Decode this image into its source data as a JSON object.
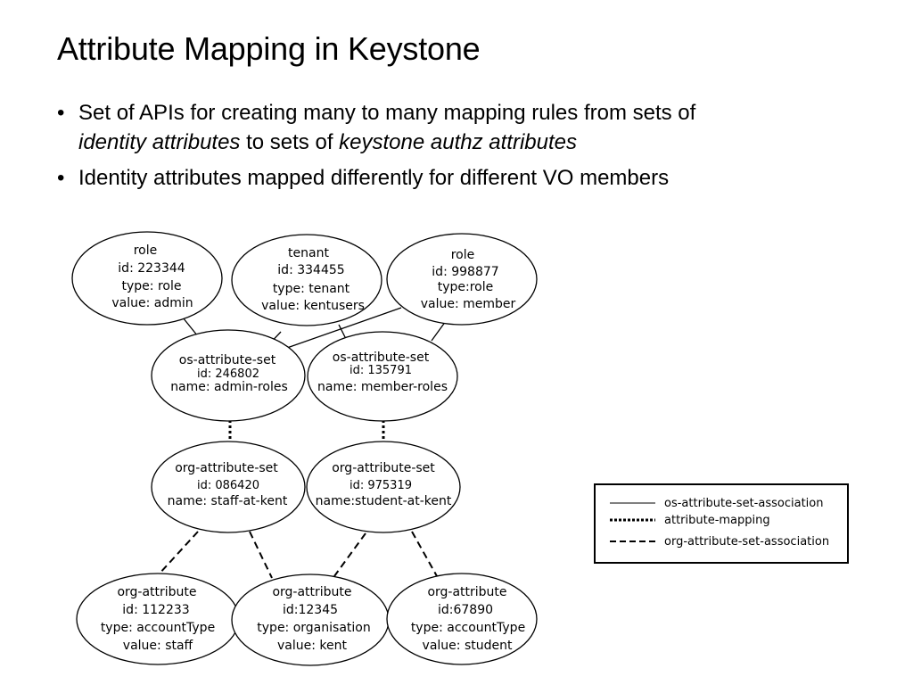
{
  "slide": {
    "title": "Attribute Mapping in Keystone",
    "bullet_symbol": "•",
    "bullet1": {
      "line1": "Set of APIs for creating many to many mapping rules from sets of",
      "line2_em1": "identity attributes",
      "line2_mid": " to sets of ",
      "line2_em2": "keystone authz attributes"
    },
    "bullet2": "Identity attributes mapped differently for different VO members"
  },
  "diagram": {
    "nodes": {
      "role_admin": {
        "lines": [
          "role",
          "id: 223344",
          "type: role",
          "value: admin"
        ]
      },
      "tenant_kent": {
        "lines": [
          "tenant",
          "id: 334455",
          "type: tenant",
          "value: kentusers"
        ]
      },
      "role_member": {
        "lines": [
          "role",
          "id: 998877",
          "type:role",
          "value: member"
        ]
      },
      "osset_admin": {
        "lines": [
          "os-attribute-set",
          "id: 246802",
          "name: admin-roles"
        ]
      },
      "osset_member": {
        "lines": [
          "os-attribute-set",
          "id: 135791",
          "name: member-roles"
        ]
      },
      "orgset_staff": {
        "lines": [
          "org-attribute-set",
          "id: 086420",
          "name: staff-at-kent"
        ]
      },
      "orgset_student": {
        "lines": [
          "org-attribute-set",
          "id: 975319",
          "name:student-at-kent"
        ]
      },
      "orgattr_staff": {
        "lines": [
          "org-attribute",
          "id: 112233",
          "type: accountType",
          "value: staff"
        ]
      },
      "orgattr_kent": {
        "lines": [
          "org-attribute",
          "id:12345",
          "type: organisation",
          "value: kent"
        ]
      },
      "orgattr_student": {
        "lines": [
          "org-attribute",
          "id:67890",
          "type: accountType",
          "value: student"
        ]
      }
    },
    "legend": {
      "solid": "os-attribute-set-association",
      "dotted": "attribute-mapping",
      "dashed": "org-attribute-set-association"
    }
  }
}
